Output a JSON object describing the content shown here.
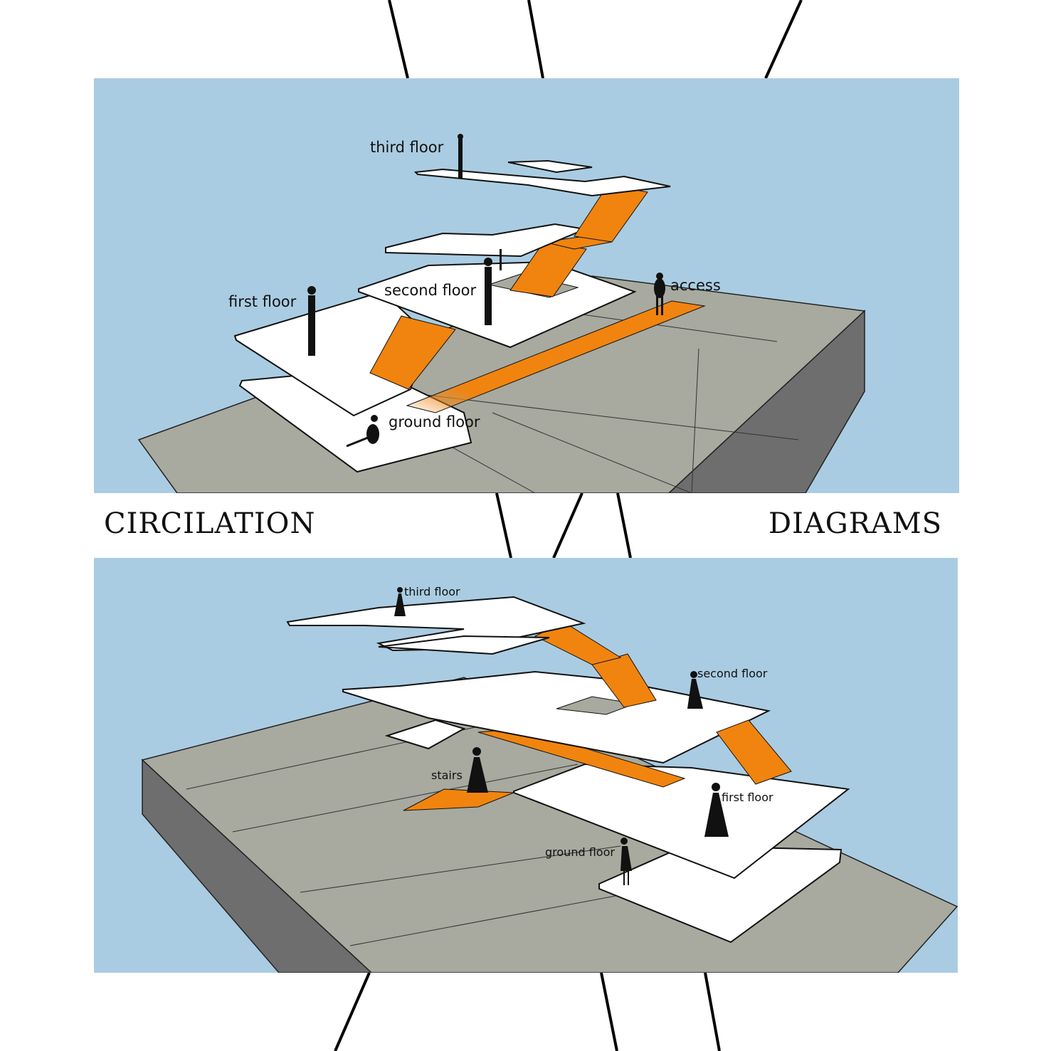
{
  "headings": {
    "left": "CIRCILATION",
    "right": "DIAGRAMS"
  },
  "top_diagram": {
    "labels": {
      "third_floor": "third floor",
      "second_floor": "second floor",
      "first_floor": "first floor",
      "access": "access",
      "ground_floor": "ground floor"
    }
  },
  "bottom_diagram": {
    "labels": {
      "third_floor": "third floor",
      "second_floor": "second floor",
      "stairs": "stairs",
      "first_floor": "first floor",
      "ground_floor": "ground floor"
    }
  },
  "colors": {
    "sky": "#a9cce2",
    "ground": "#a8a99f",
    "ground_side": "#6e6e6e",
    "slab": "#ffffff",
    "stair": "#f0840f",
    "figure": "#111111"
  }
}
